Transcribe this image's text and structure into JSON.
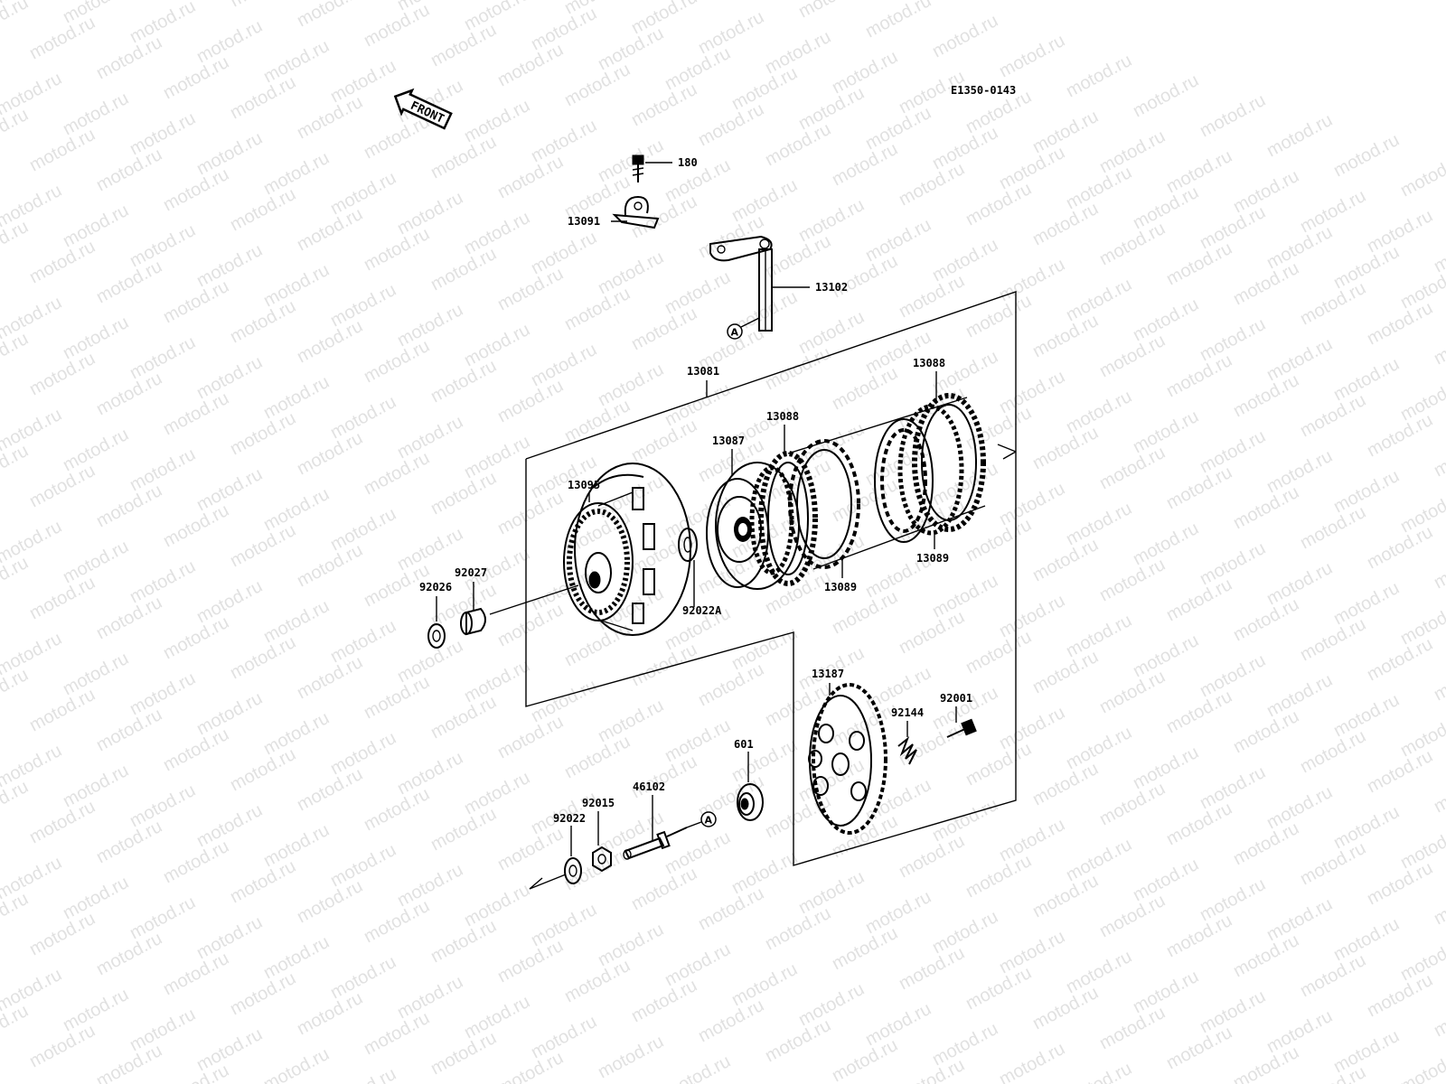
{
  "diagram_code": "E1350-0143",
  "front_arrow": {
    "text": "FRONT"
  },
  "watermark": "motod.ru",
  "callout_marker": "A",
  "parts": {
    "p180": "180",
    "p13091": "13091",
    "p13102": "13102",
    "p13081": "13081",
    "p13088_top": "13088",
    "p13088_mid": "13088",
    "p13087": "13087",
    "p13095": "13095",
    "p92027": "92027",
    "p92026": "92026",
    "p92022A": "92022A",
    "p13089_right": "13089",
    "p13089_mid": "13089",
    "p13187": "13187",
    "p92144": "92144",
    "p92001": "92001",
    "p601": "601",
    "p46102": "46102",
    "p92015": "92015",
    "p92022": "92022"
  }
}
